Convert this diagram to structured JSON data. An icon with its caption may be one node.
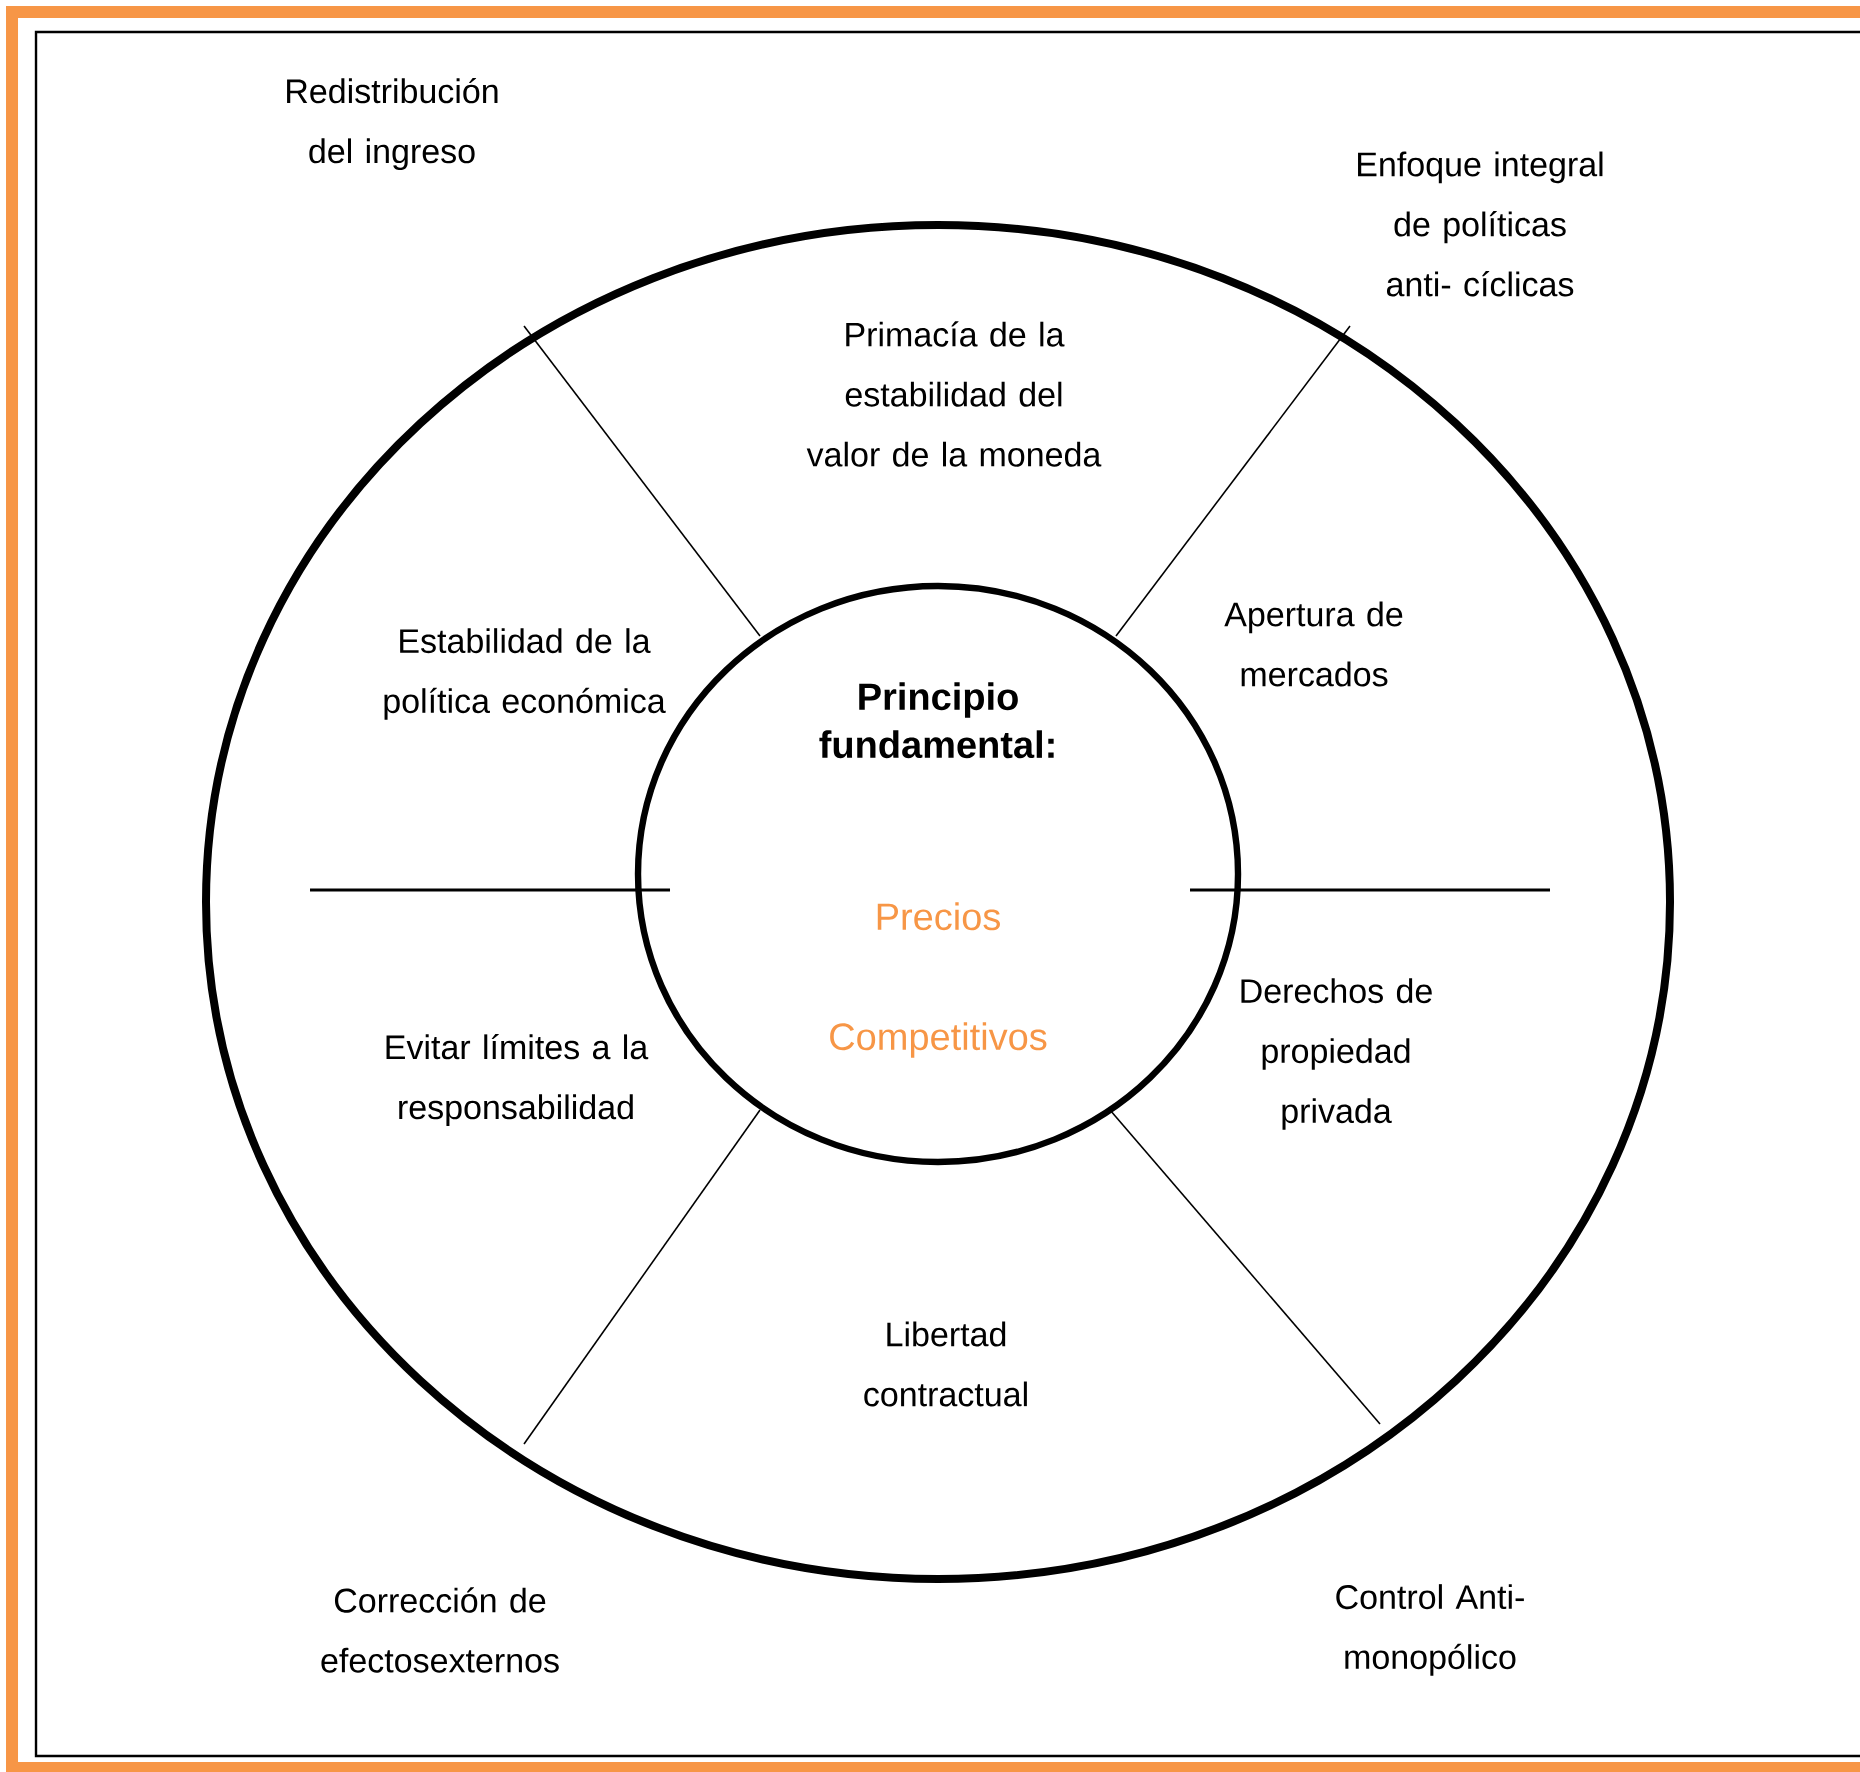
{
  "diagram": {
    "nodes": [
      {
        "text": [],
        "shape": "circle"
      },
      {
        "text": [
          "Principio fundamental:",
          "Precios Competitivos"
        ],
        "in": 0
      }
    ],
    "labels": [
      "Redistribución del ingreso",
      "Enfoque integral de políticas anti- cíclicas",
      "Primacía de la estabilidad del valor de la moneda",
      "Estabilidad de la política económica",
      "Apertura de mercados",
      "Evitar límites a la responsabilidad",
      "Derechos de propiedad privada",
      "Libertad contractual",
      "Corrección de efectosexternos",
      "Control Anti- monopólico"
    ]
  }
}
